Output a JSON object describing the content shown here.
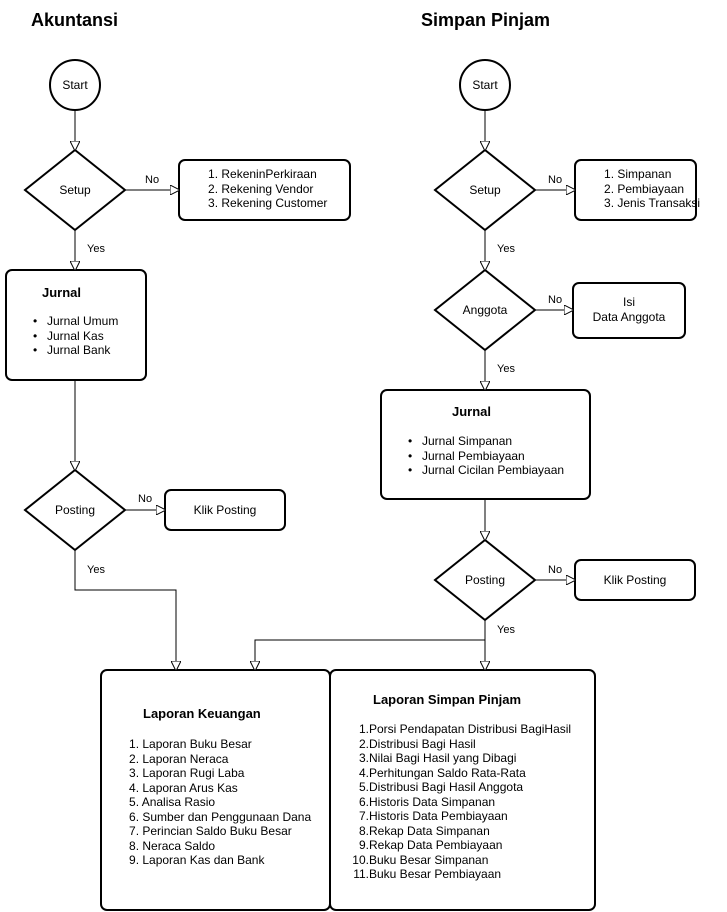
{
  "titles": {
    "left": "Akuntansi",
    "right": "Simpan Pinjam"
  },
  "edges": {
    "yes": "Yes",
    "no": "No"
  },
  "left": {
    "start": "Start",
    "setup": "Setup",
    "setup_no_items": [
      "RekeninPerkiraan",
      "Rekening Vendor",
      "Rekening Customer"
    ],
    "jurnal_title": "Jurnal",
    "jurnal_items": [
      "Jurnal Umum",
      "Jurnal Kas",
      "Jurnal Bank"
    ],
    "posting": "Posting",
    "klik_posting": "Klik Posting"
  },
  "right": {
    "start": "Start",
    "setup": "Setup",
    "setup_no_items": [
      "Simpanan",
      "Pembiayaan",
      "Jenis Transaksi"
    ],
    "anggota": "Anggota",
    "isi_line1": "Isi",
    "isi_line2": "Data Anggota",
    "jurnal_title": "Jurnal",
    "jurnal_items": [
      "Jurnal Simpanan",
      "Jurnal Pembiayaan",
      "Jurnal Cicilan Pembiayaan"
    ],
    "posting": "Posting",
    "klik_posting": "Klik Posting"
  },
  "laporan_keuangan": {
    "title": "Laporan Keuangan",
    "items": [
      "Laporan Buku Besar",
      "Laporan Neraca",
      "Laporan Rugi Laba",
      "Laporan Arus Kas",
      "Analisa Rasio",
      "Sumber dan Penggunaan Dana",
      "Perincian Saldo Buku Besar",
      "Neraca Saldo",
      "Laporan Kas dan Bank"
    ]
  },
  "laporan_simpan_pinjam": {
    "title": "Laporan Simpan Pinjam",
    "items": [
      "Porsi Pendapatan Distribusi BagiHasil",
      "Distribusi Bagi Hasil",
      "Nilai Bagi Hasil yang Dibagi",
      "Perhitungan Saldo Rata-Rata",
      "Distribusi Bagi Hasil Anggota",
      "Historis Data Simpanan",
      "Historis Data Pembiayaan",
      "Rekap Data Simpanan",
      "Rekap Data Pembiayaan",
      "Buku Besar Simpanan",
      "Buku Besar Pembiayaan"
    ]
  }
}
